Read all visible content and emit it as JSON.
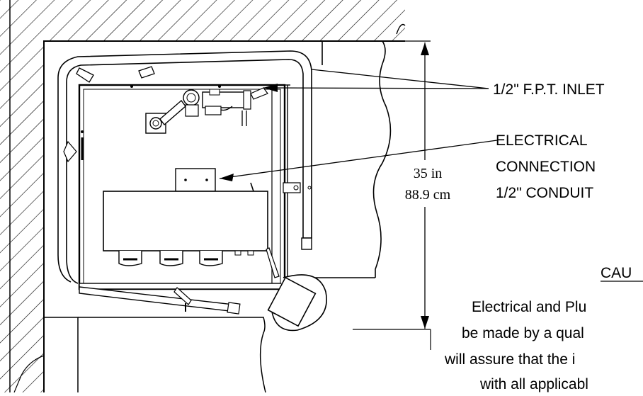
{
  "callouts": {
    "inlet": "1/2\" F.P.T. INLET",
    "electrical_line1": "ELECTRICAL",
    "electrical_line2": "CONNECTION",
    "electrical_line3": "1/2\" CONDUIT"
  },
  "dimension": {
    "imperial": "35 in",
    "metric": "88.9 cm"
  },
  "caution": {
    "heading": "CAU",
    "line1": "Electrical and Plu",
    "line2": "be made by a qual",
    "line3": "will assure that the i",
    "line4": "with all applicabl"
  }
}
